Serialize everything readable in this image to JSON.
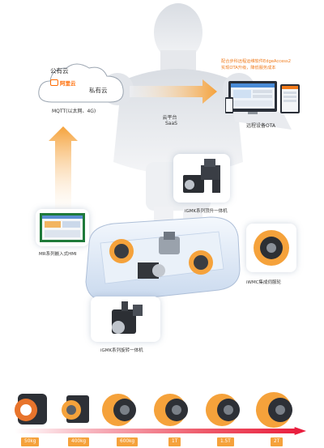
{
  "cloud": {
    "public": "公有云",
    "aliyun": "阿里云",
    "private": "私有云",
    "mqtt": "MQTT(以太网、4G)"
  },
  "platform": {
    "line1": "云平台",
    "line2": "SaaS"
  },
  "edge_note": {
    "line1": "配合步科远程运维软件EdgeAccess2",
    "line2": "实现OTA升级，降低服务成本"
  },
  "labels": {
    "ota": "远程设备OTA",
    "igmk_lift": "iGMK系列顶升一体机",
    "hmi": "MR系列嵌入式HMI",
    "iwmc": "iWMC集成伺服轮",
    "igmk_rotary": "iGMK系列旋转一体机"
  },
  "weights": [
    "50kg",
    "400kg",
    "600kg",
    "1T",
    "1.5T",
    "2T"
  ],
  "colors": {
    "orange": "#f5a23b",
    "arrow_red": "#e8193a",
    "accent": "#ff6a00"
  }
}
